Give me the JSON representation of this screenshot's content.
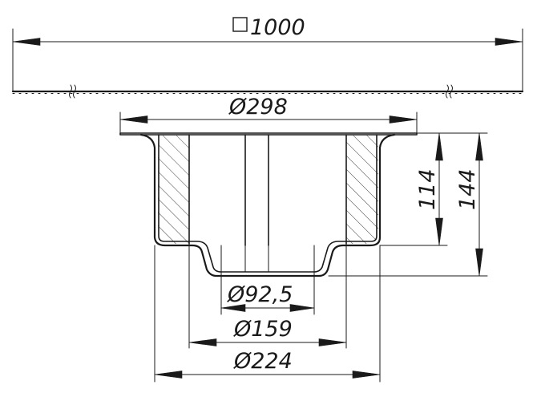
{
  "dimensions": {
    "overall_width": "1000",
    "flange_diameter": "Ø298",
    "depth_inner": "114",
    "depth_total": "144",
    "outlet_diameter": "Ø92,5",
    "inner_diameter": "Ø159",
    "outer_diameter": "Ø224"
  },
  "symbols": {
    "square_symbol": "□",
    "break_mark": "≈"
  },
  "colors": {
    "line": "#1a1a1a",
    "background": "#ffffff"
  }
}
